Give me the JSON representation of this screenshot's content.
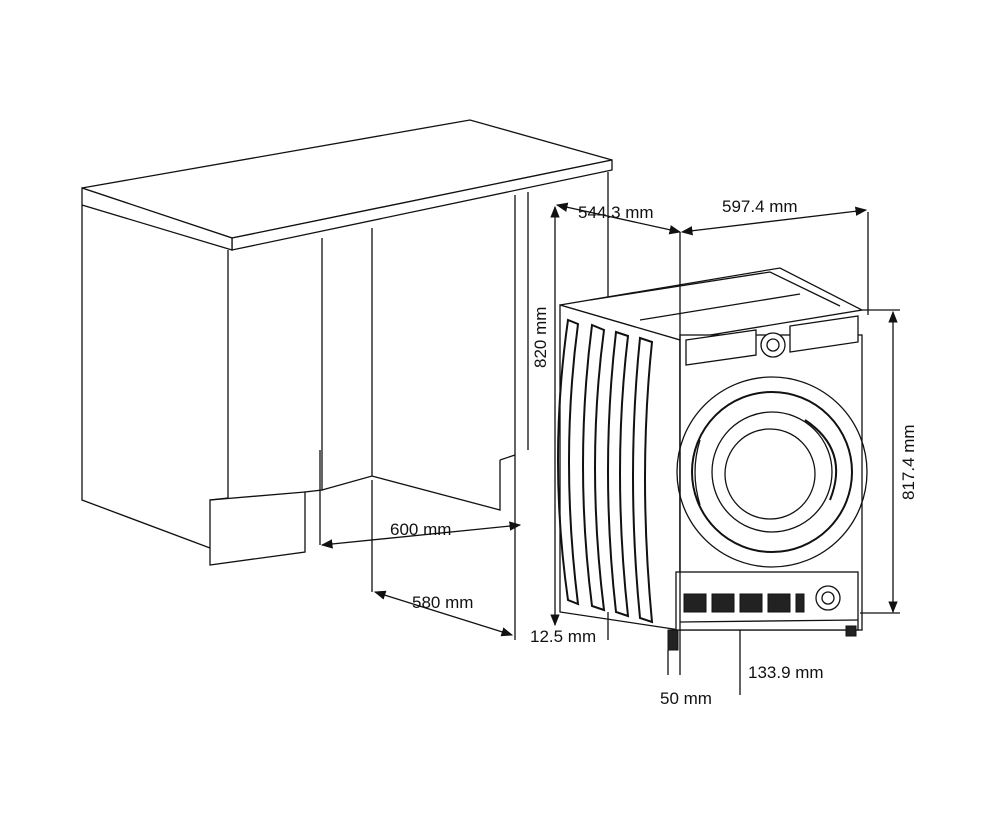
{
  "title": "Built-in washing machine installation dimensions",
  "dimensions": {
    "depth_top": "544.3 mm",
    "width_top": "597.4 mm",
    "niche_height": "820 mm",
    "appliance_height": "817.4 mm",
    "niche_width": "600 mm",
    "niche_depth": "580 mm",
    "foot_offset": "12.5 mm",
    "plinth_height": "133.9 mm",
    "plinth_depth": "50 mm"
  },
  "colors": {
    "line": "#111111",
    "background": "#ffffff"
  }
}
